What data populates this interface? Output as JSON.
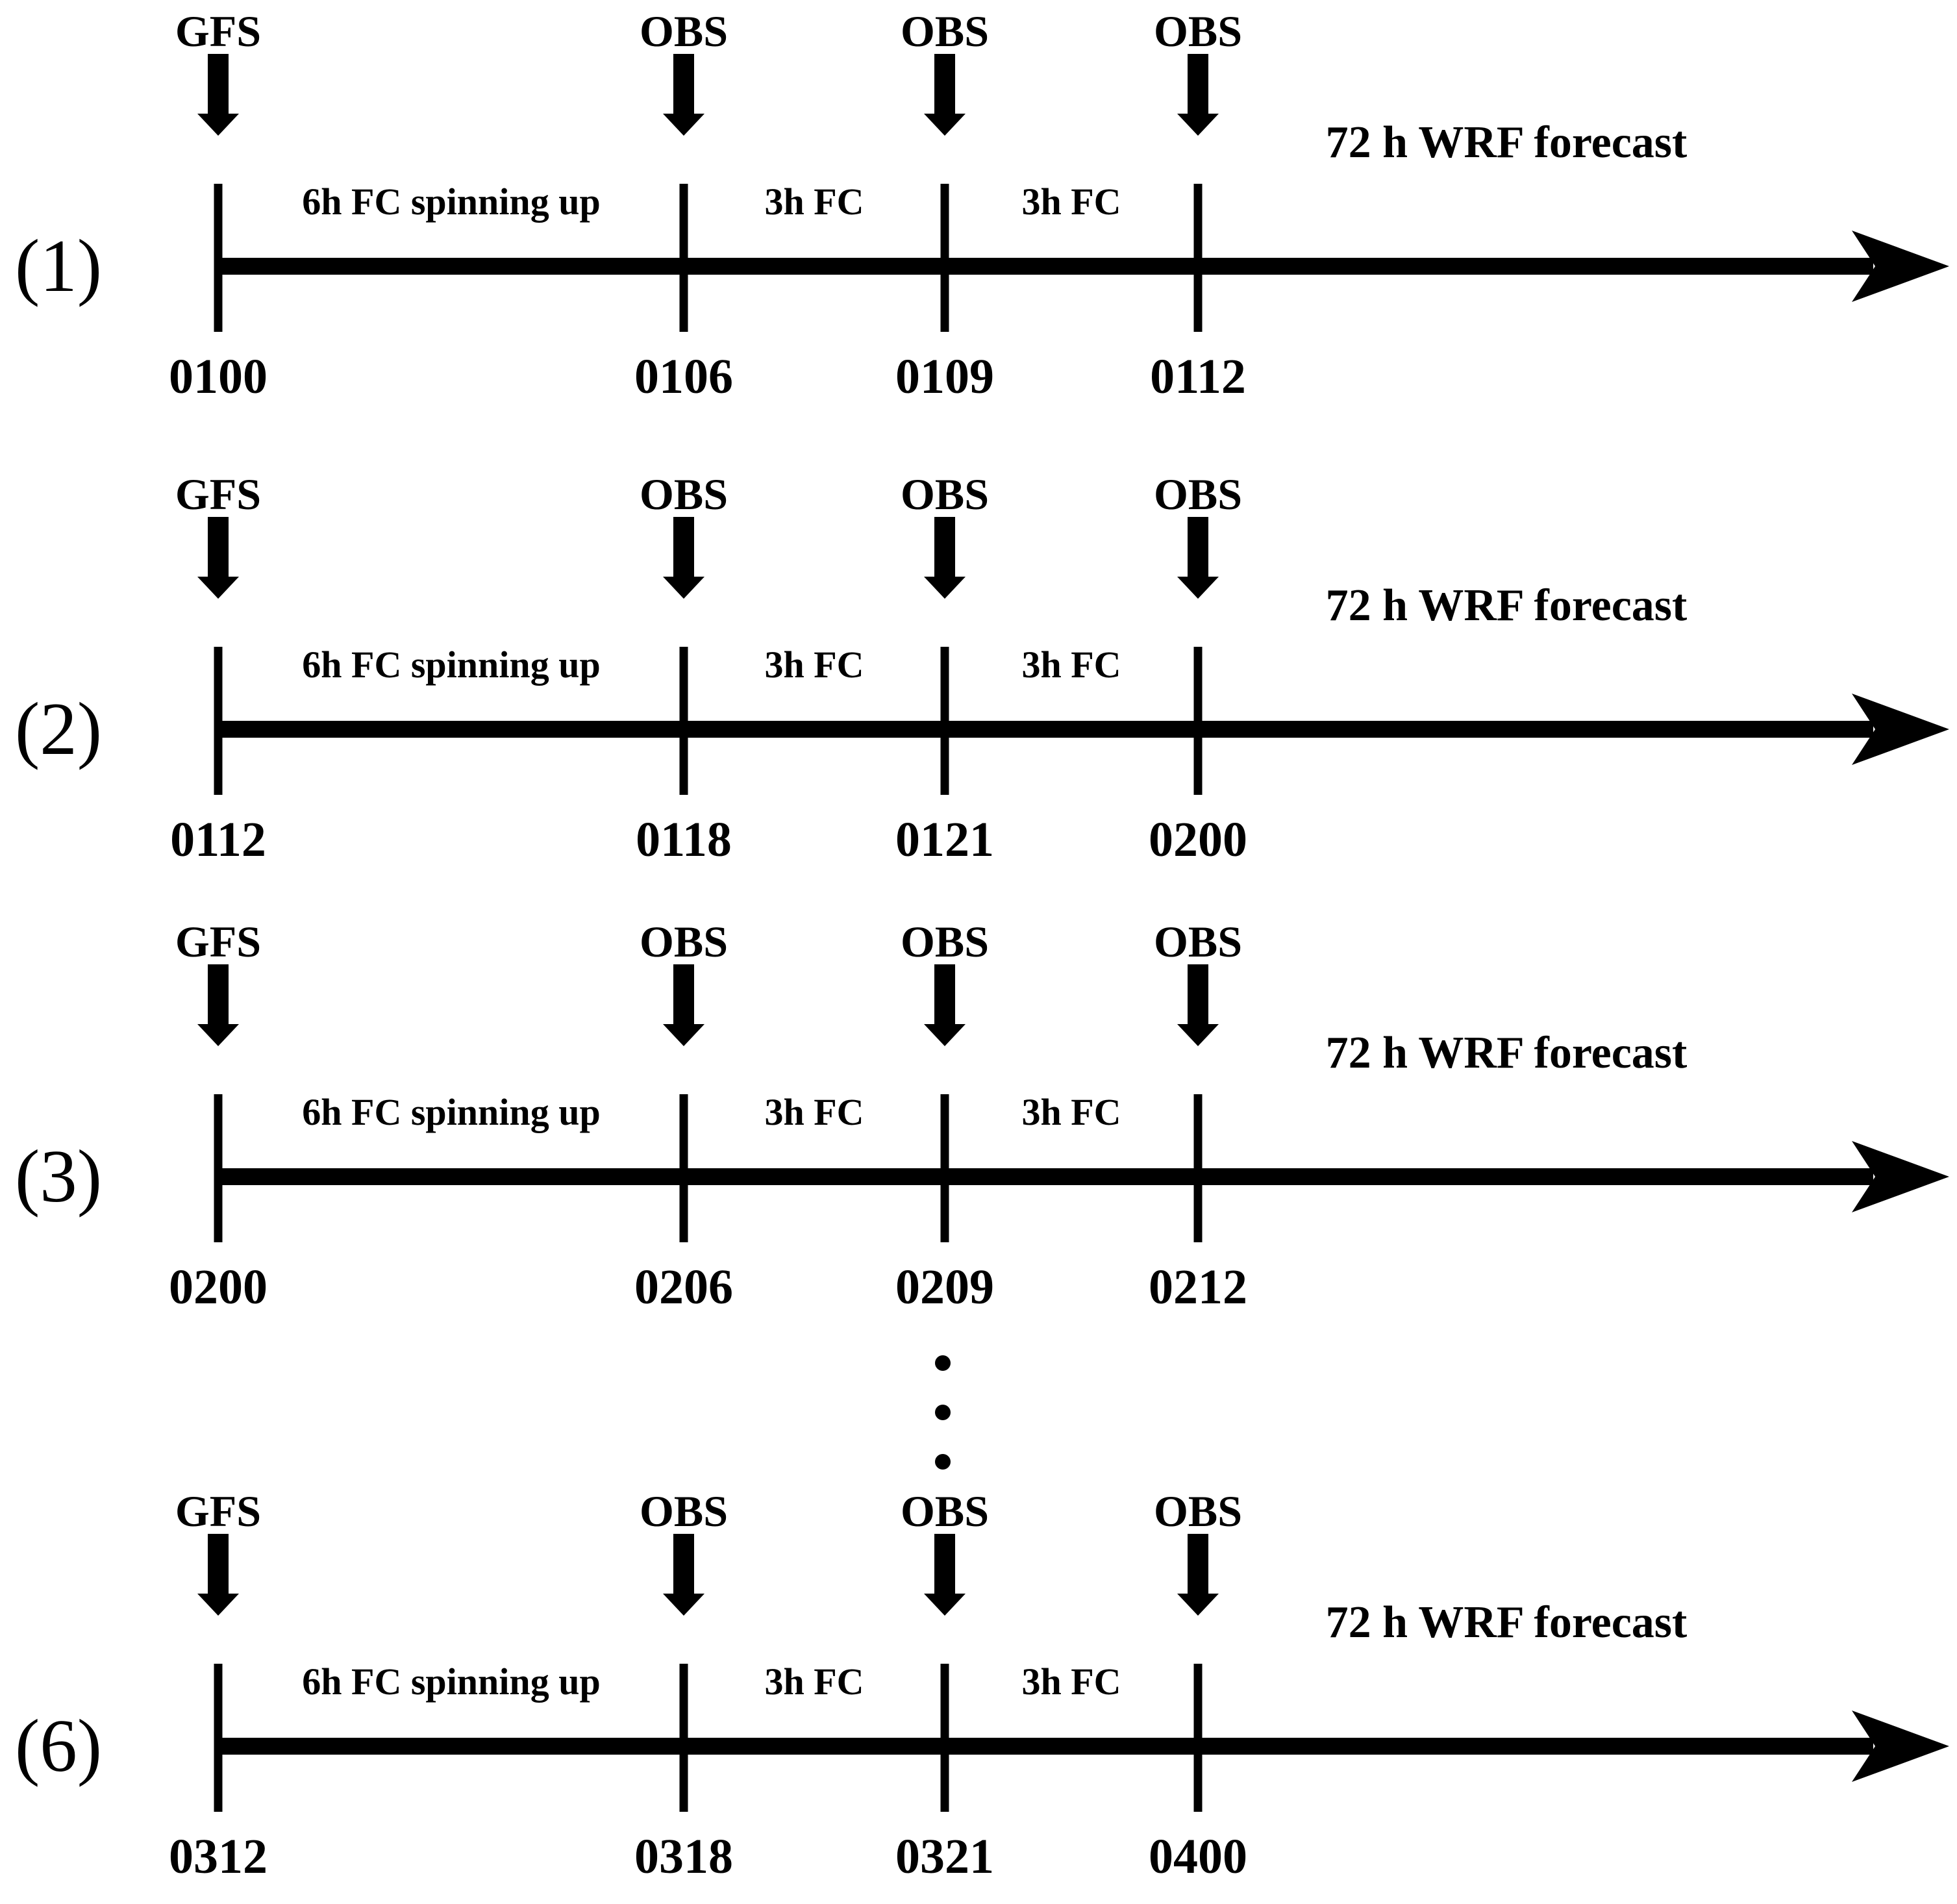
{
  "figure": {
    "type": "wrf-forecast-cycling-timeline",
    "ink_color": "#000000",
    "background_color": "#ffffff"
  },
  "rows": [
    {
      "label": "(1)",
      "inputs": [
        "GFS",
        "OBS",
        "OBS",
        "OBS"
      ],
      "segments": [
        "6h FC spinning up",
        "3h FC",
        "3h FC"
      ],
      "forecast_label": "72 h WRF forecast",
      "times": [
        "0100",
        "0106",
        "0109",
        "0112"
      ]
    },
    {
      "label": "(2)",
      "inputs": [
        "GFS",
        "OBS",
        "OBS",
        "OBS"
      ],
      "segments": [
        "6h FC spinning up",
        "3h FC",
        "3h FC"
      ],
      "forecast_label": "72 h WRF forecast",
      "times": [
        "0112",
        "0118",
        "0121",
        "0200"
      ]
    },
    {
      "label": "(3)",
      "inputs": [
        "GFS",
        "OBS",
        "OBS",
        "OBS"
      ],
      "segments": [
        "6h FC spinning up",
        "3h FC",
        "3h FC"
      ],
      "forecast_label": "72 h WRF forecast",
      "times": [
        "0200",
        "0206",
        "0209",
        "0212"
      ]
    },
    {
      "label": "(6)",
      "inputs": [
        "GFS",
        "OBS",
        "OBS",
        "OBS"
      ],
      "segments": [
        "6h FC spinning up",
        "3h FC",
        "3h FC"
      ],
      "forecast_label": "72 h WRF forecast",
      "times": [
        "0312",
        "0318",
        "0321",
        "0400"
      ]
    }
  ]
}
